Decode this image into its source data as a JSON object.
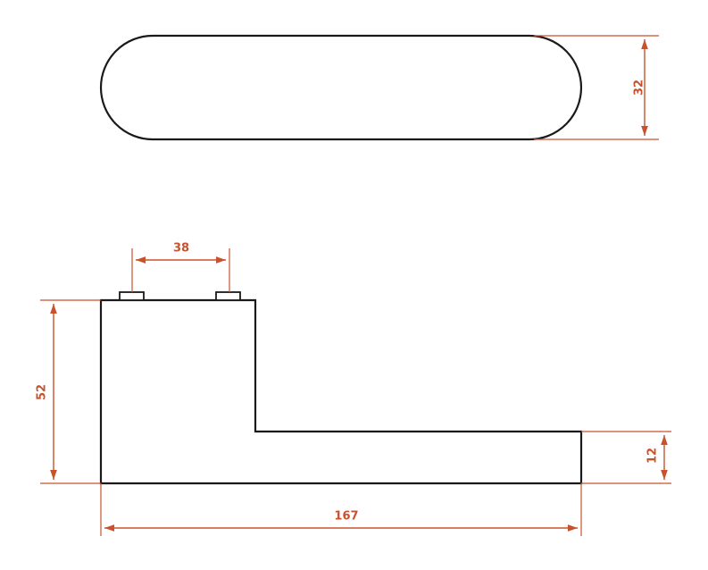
{
  "dimensions": {
    "rosette_height": "32",
    "pin_spacing": "38",
    "body_height": "52",
    "lever_thickness": "12",
    "total_length": "167"
  },
  "colors": {
    "outline": "#1a1a1a",
    "dimension": "#c8522e",
    "background": "#ffffff"
  }
}
